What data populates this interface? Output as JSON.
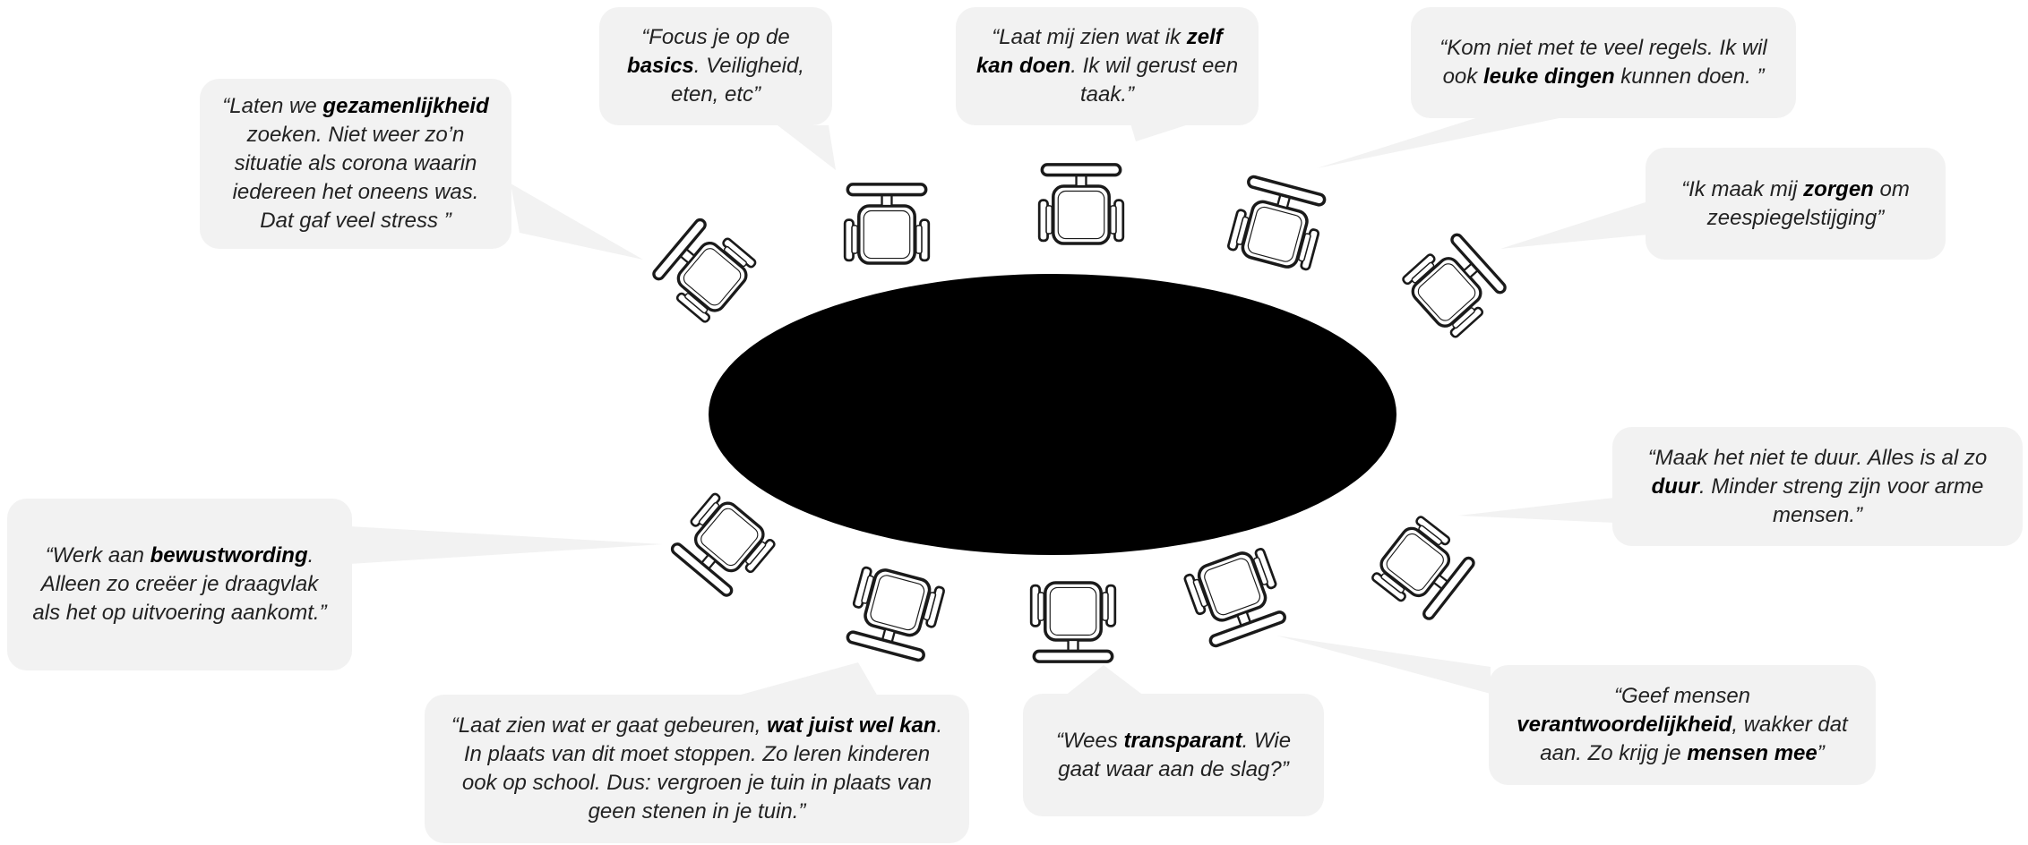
{
  "colors": {
    "bubble": "#f2f2f2",
    "table": "#000000",
    "chair_stroke": "#1a1a1a",
    "text": "#222222"
  },
  "table": {
    "shape": "oval",
    "color": "#000000"
  },
  "chair_icon": "office-chair-topview-icon",
  "quotes": [
    {
      "id": "gezamenlijkheid",
      "segments": [
        {
          "text": "“Laten we ",
          "bold": false
        },
        {
          "text": "gezamenlijkheid",
          "bold": true
        },
        {
          "text": " zoeken. Niet weer zo’n situatie als corona waarin iedereen het oneens was. Dat gaf veel stress ”",
          "bold": false
        }
      ]
    },
    {
      "id": "basics",
      "segments": [
        {
          "text": "“Focus je op de ",
          "bold": false
        },
        {
          "text": "basics",
          "bold": true
        },
        {
          "text": ". Veiligheid, eten, etc”",
          "bold": false
        }
      ]
    },
    {
      "id": "zelf-kan-doen",
      "segments": [
        {
          "text": "“Laat mij zien wat ik ",
          "bold": false
        },
        {
          "text": "zelf kan doen",
          "bold": true
        },
        {
          "text": ". Ik wil gerust een taak.”",
          "bold": false
        }
      ]
    },
    {
      "id": "leuke-dingen",
      "segments": [
        {
          "text": "“Kom niet met te veel regels. Ik wil ook ",
          "bold": false
        },
        {
          "text": "leuke dingen",
          "bold": true
        },
        {
          "text": " kunnen doen. ”",
          "bold": false
        }
      ]
    },
    {
      "id": "zorgen",
      "segments": [
        {
          "text": "“Ik maak mij ",
          "bold": false
        },
        {
          "text": "zorgen",
          "bold": true
        },
        {
          "text": " om zeespiegelstijging”",
          "bold": false
        }
      ]
    },
    {
      "id": "duur",
      "segments": [
        {
          "text": "“Maak het niet te duur. Alles is al zo ",
          "bold": false
        },
        {
          "text": "duur",
          "bold": true
        },
        {
          "text": ". Minder streng zijn voor arme mensen.”",
          "bold": false
        }
      ]
    },
    {
      "id": "bewustwording",
      "segments": [
        {
          "text": "“Werk aan ",
          "bold": false
        },
        {
          "text": "bewustwording",
          "bold": true
        },
        {
          "text": ". Alleen zo creëer je draagvlak als het op uitvoering aankomt.”",
          "bold": false
        }
      ]
    },
    {
      "id": "wat-juist-wel-kan",
      "segments": [
        {
          "text": "“Laat zien wat er gaat gebeuren, ",
          "bold": false
        },
        {
          "text": "wat juist wel kan",
          "bold": true
        },
        {
          "text": ". In plaats van dit moet stoppen. Zo leren kinderen ook op school. Dus: vergroen je tuin in plaats van geen stenen in je tuin.”",
          "bold": false
        }
      ]
    },
    {
      "id": "transparant",
      "segments": [
        {
          "text": "“Wees ",
          "bold": false
        },
        {
          "text": "transparant",
          "bold": true
        },
        {
          "text": ". Wie gaat waar aan de slag?”",
          "bold": false
        }
      ]
    },
    {
      "id": "verantwoordelijkheid",
      "segments": [
        {
          "text": "“Geef mensen ",
          "bold": false
        },
        {
          "text": "verantwoordelijkheid",
          "bold": true
        },
        {
          "text": ", wakker dat aan. Zo krijg je ",
          "bold": false
        },
        {
          "text": "mensen mee",
          "bold": true
        },
        {
          "text": "”",
          "bold": false
        }
      ]
    }
  ]
}
